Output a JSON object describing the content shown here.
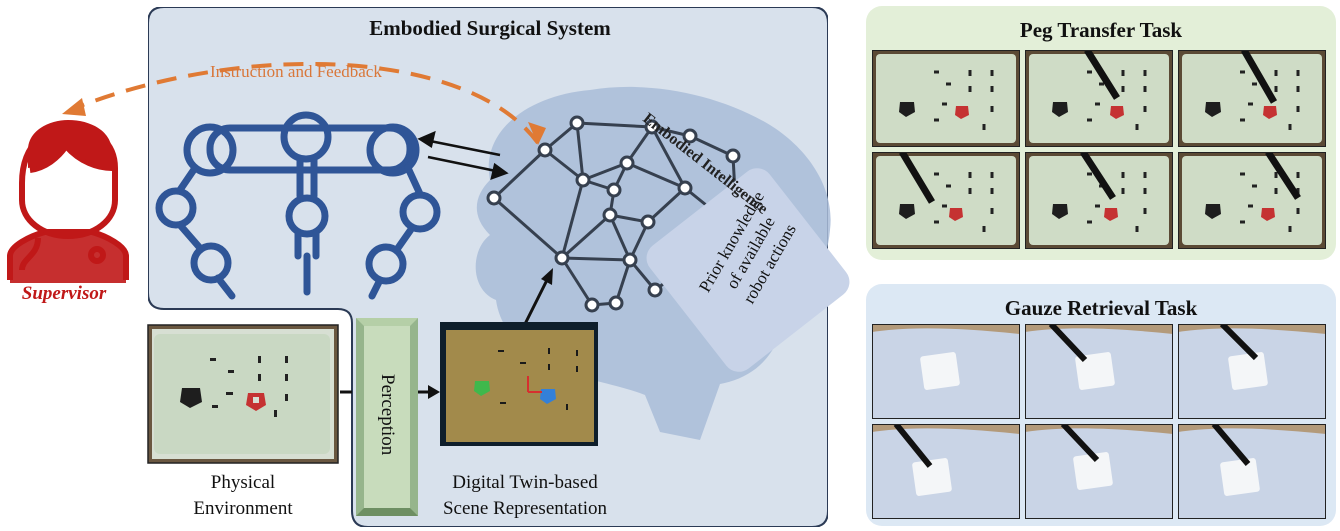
{
  "system": {
    "title": "Embodied Surgical System",
    "feedback_label": "Instruction and Feedback"
  },
  "intelligence": {
    "label": "Embodied Intelligence",
    "prior_lines": [
      "Prior knowledge",
      "of available",
      "robot actions"
    ]
  },
  "supervisor": {
    "label": "Supervisor"
  },
  "perception": {
    "label": "Perception"
  },
  "physical": {
    "line1": "Physical",
    "line2": "Environment"
  },
  "digital_twin": {
    "line1": "Digital Twin-based",
    "line2": "Scene Representation"
  },
  "peg_task": {
    "title": "Peg Transfer Task"
  },
  "gauze_task": {
    "title": "Gauze Retrieval Task"
  },
  "colors": {
    "robot": "#2f5597",
    "brain": "#a8bbd6",
    "network": "#36404f",
    "feedback": "#e07a34",
    "supervisor": "#c01818",
    "peg_panel": "#e3efd8",
    "gauze_panel": "#dce8f4"
  }
}
